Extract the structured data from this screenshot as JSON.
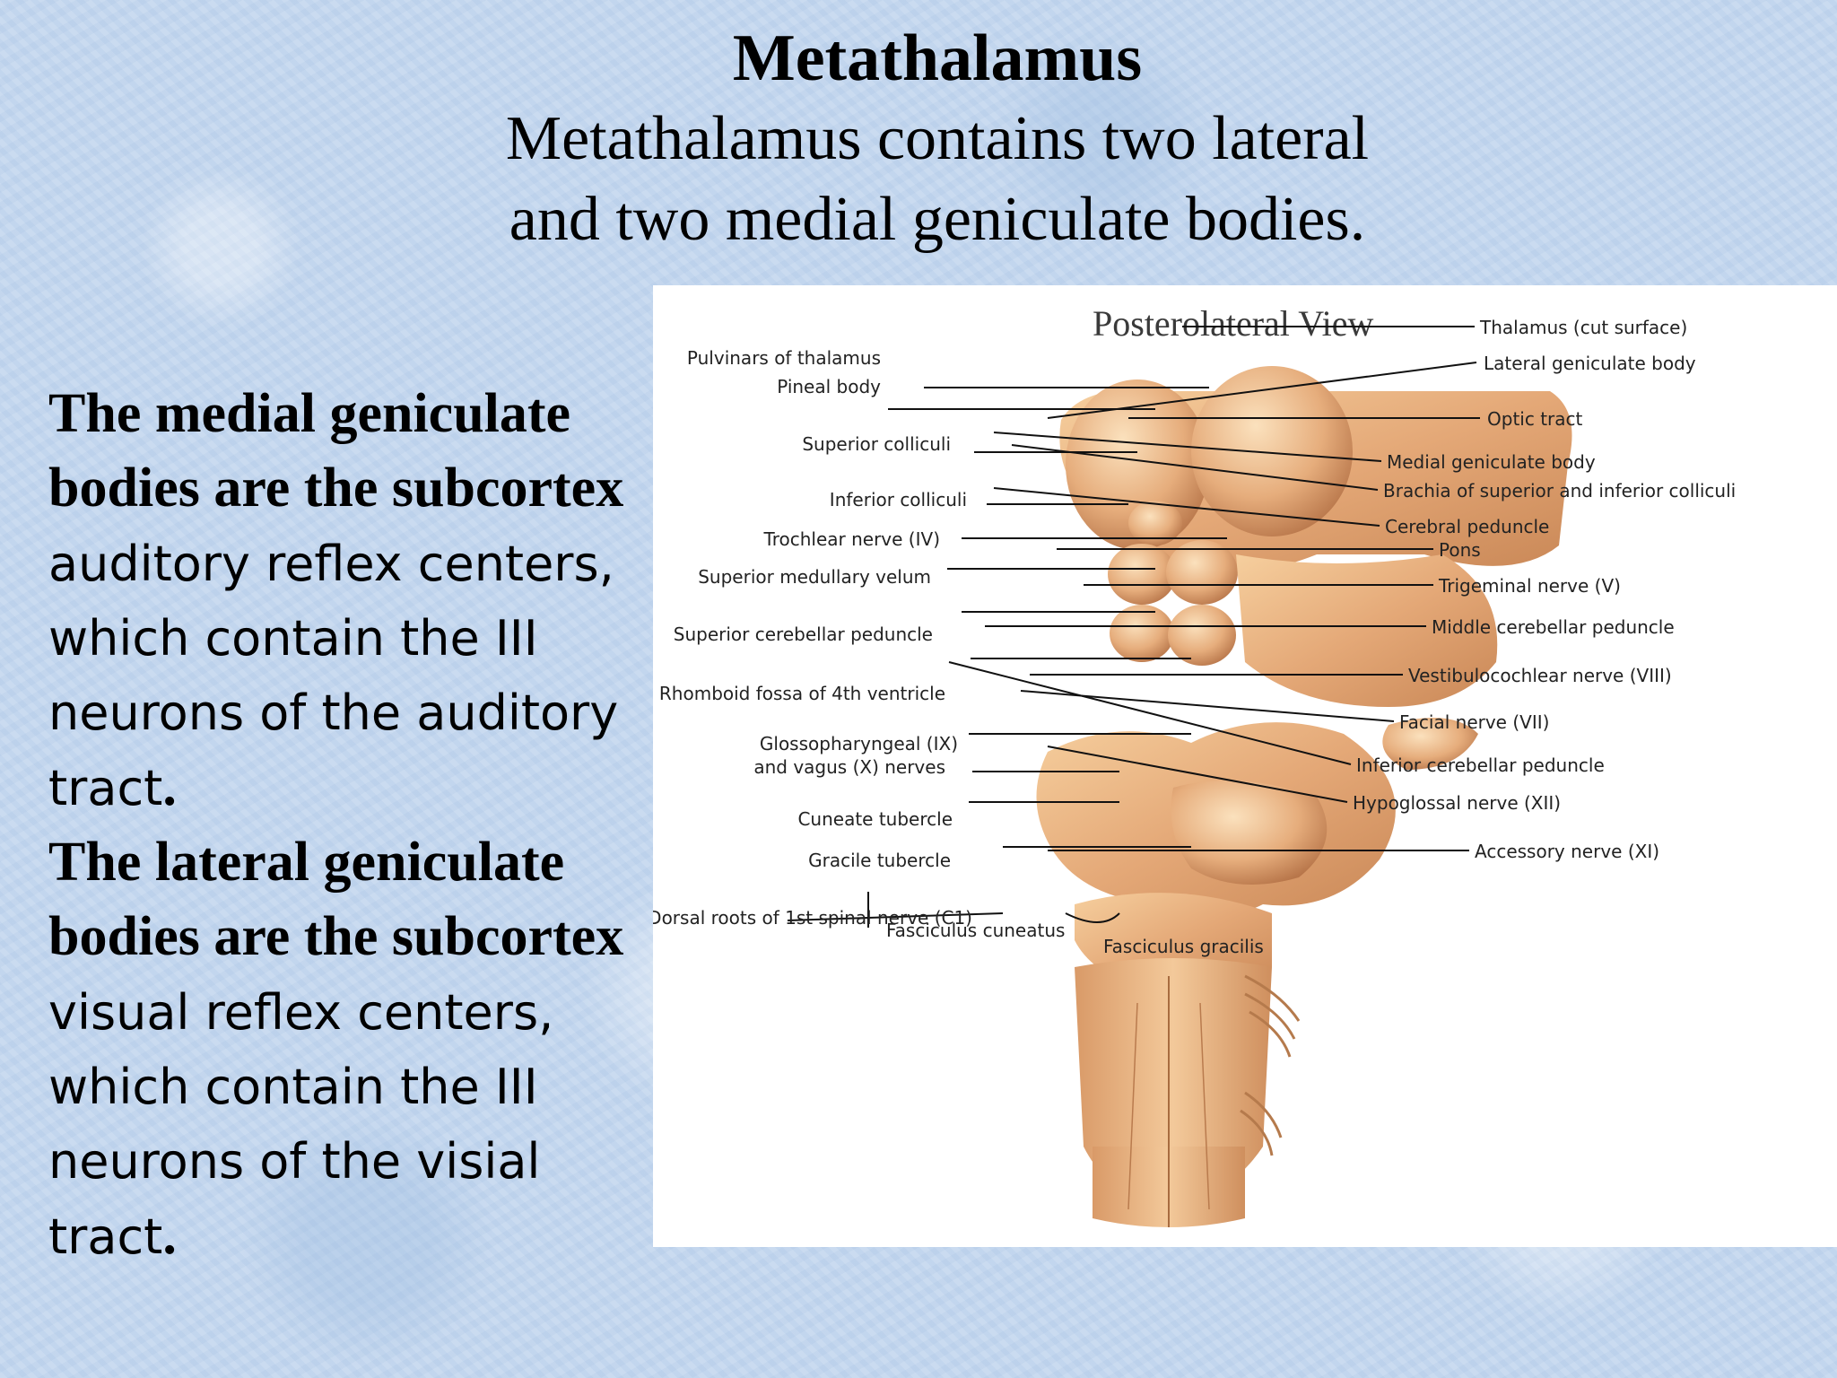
{
  "slide": {
    "title": "Metathalamus",
    "subtitle_line1": "Metathalamus contains two lateral",
    "subtitle_line2": "and two medial geniculate bodies."
  },
  "body_text": {
    "p1_bold": "The medial geniculate bodies are the subcortex",
    "p1_rest": " auditory reflex centers, which contain the III neurons of the auditory tract",
    "p1_end": ".",
    "p2_bold": "The lateral geniculate bodies are the subcortex",
    "p2_rest": " visual reflex centers, which contain the III neurons of the visial tract",
    "p2_end": "."
  },
  "figure": {
    "title": "Posterolateral View",
    "left_labels": [
      "Pulvinars of thalamus",
      "Pineal body",
      "Superior colliculi",
      "Inferior colliculi",
      "Trochlear nerve (IV)",
      "Superior medullary velum",
      "Superior cerebellar peduncle",
      "Rhomboid fossa of 4th ventricle",
      "Glossopharyngeal (IX)",
      "and vagus (X) nerves",
      "Cuneate tubercle",
      "Gracile tubercle",
      "Dorsal roots of 1st spinal nerve (C1)"
    ],
    "right_labels": [
      "Thalamus (cut surface)",
      "Lateral geniculate body",
      "Optic tract",
      "Medial geniculate body",
      "Brachia of superior and inferior colliculi",
      "Cerebral peduncle",
      "Pons",
      "Trigeminal nerve (V)",
      "Middle cerebellar peduncle",
      "Vestibulocochlear nerve (VIII)",
      "Facial nerve (VII)",
      "Inferior cerebellar peduncle",
      "Hypoglossal nerve (XII)",
      "Accessory nerve (XI)"
    ],
    "bottom_labels": [
      "Fasciculus cuneatus",
      "Fasciculus gracilis"
    ]
  }
}
